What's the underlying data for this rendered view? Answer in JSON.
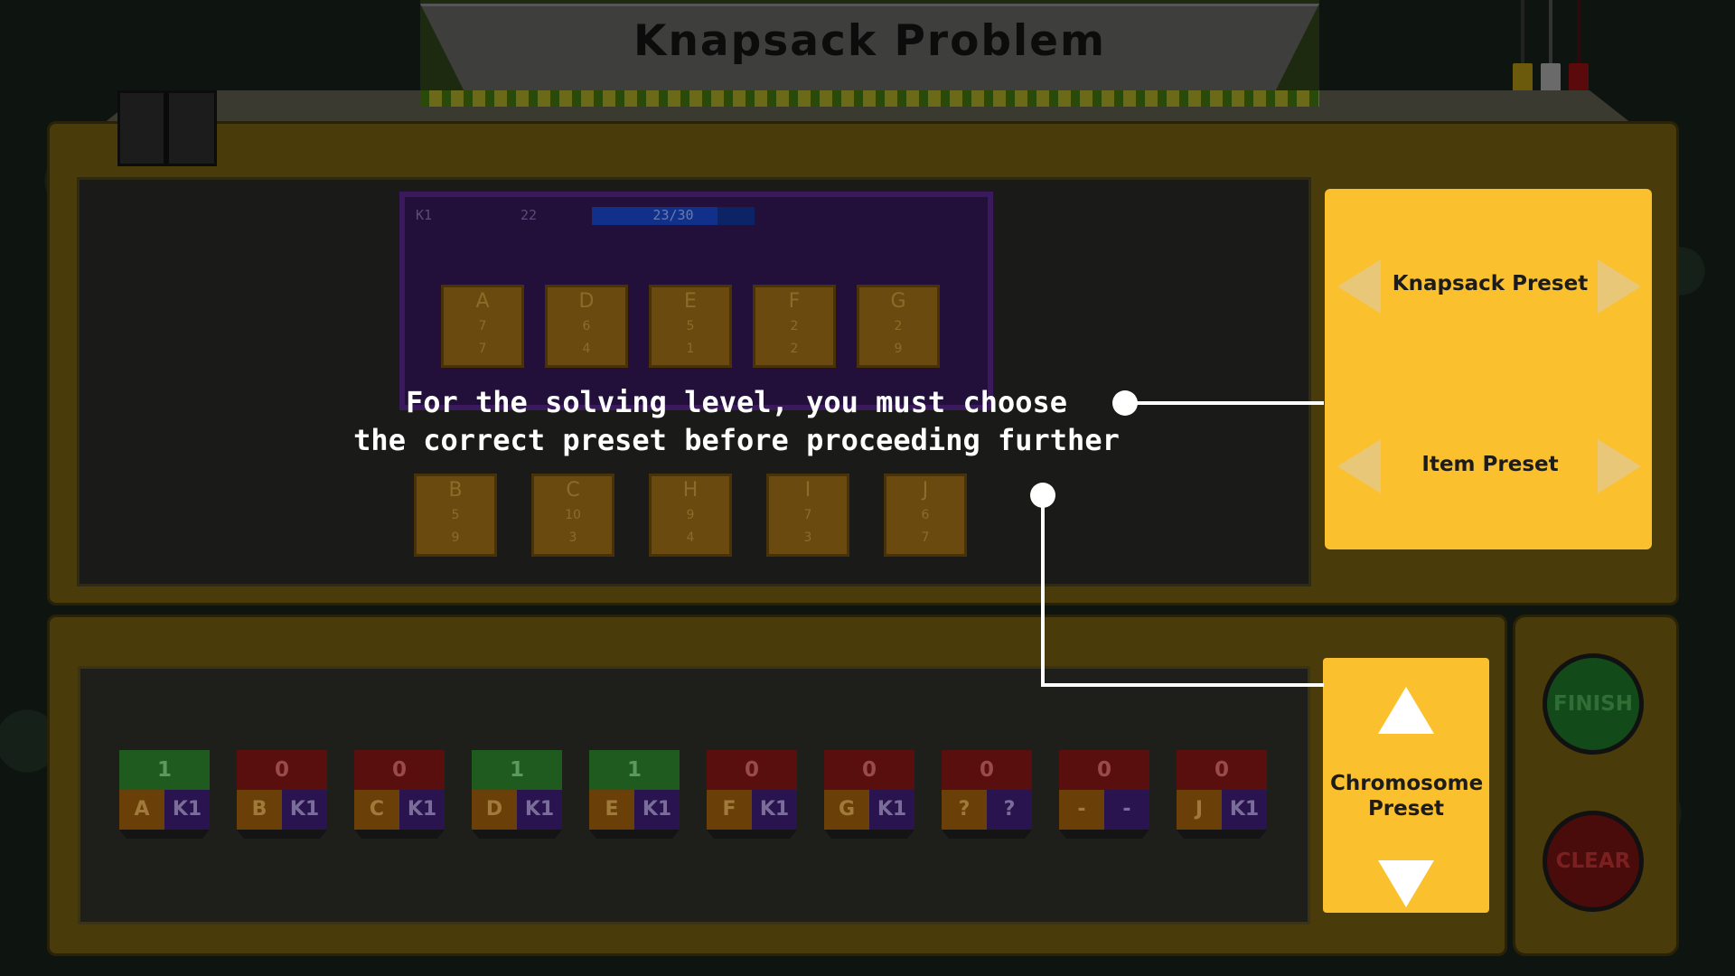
{
  "title": "Knapsack Problem",
  "knapsack_header": {
    "name": "K1",
    "value": "22",
    "capacity_text": "23/30",
    "fill_fraction": 0.77
  },
  "top_items": [
    {
      "name": "A",
      "value": "7",
      "weight": "7"
    },
    {
      "name": "D",
      "value": "6",
      "weight": "4"
    },
    {
      "name": "E",
      "value": "5",
      "weight": "1"
    },
    {
      "name": "F",
      "value": "2",
      "weight": "2"
    },
    {
      "name": "G",
      "value": "2",
      "weight": "9"
    }
  ],
  "bottom_items": [
    {
      "name": "B",
      "value": "5",
      "weight": "9"
    },
    {
      "name": "C",
      "value": "10",
      "weight": "3"
    },
    {
      "name": "H",
      "value": "9",
      "weight": "4"
    },
    {
      "name": "I",
      "value": "7",
      "weight": "3"
    },
    {
      "name": "J",
      "value": "6",
      "weight": "7"
    }
  ],
  "tutorial": {
    "line1": "For the solving level, you must choose",
    "line2": "the correct preset before proceeding further"
  },
  "presets": {
    "knapsack_label": "Knapsack Preset",
    "item_label": "Item Preset"
  },
  "chromosome": {
    "label": "Chromosome Preset"
  },
  "genes": [
    {
      "bit": "1",
      "item": "A",
      "knapsack": "K1",
      "state": "on"
    },
    {
      "bit": "0",
      "item": "B",
      "knapsack": "K1",
      "state": "off"
    },
    {
      "bit": "0",
      "item": "C",
      "knapsack": "K1",
      "state": "off"
    },
    {
      "bit": "1",
      "item": "D",
      "knapsack": "K1",
      "state": "on"
    },
    {
      "bit": "1",
      "item": "E",
      "knapsack": "K1",
      "state": "on"
    },
    {
      "bit": "0",
      "item": "F",
      "knapsack": "K1",
      "state": "off"
    },
    {
      "bit": "0",
      "item": "G",
      "knapsack": "K1",
      "state": "off"
    },
    {
      "bit": "0",
      "item": "?",
      "knapsack": "?",
      "state": "off"
    },
    {
      "bit": "0",
      "item": "-",
      "knapsack": "-",
      "state": "off"
    },
    {
      "bit": "0",
      "item": "J",
      "knapsack": "K1",
      "state": "off"
    }
  ],
  "buttons": {
    "finish": "FINISH",
    "clear": "CLEAR"
  },
  "colors": {
    "panel_yellow": "#fbc02d",
    "gene_on": "#1f5a1e",
    "gene_off": "#5a0f0f",
    "finish_green": "#135a1c",
    "clear_red": "#5a0b0b"
  }
}
